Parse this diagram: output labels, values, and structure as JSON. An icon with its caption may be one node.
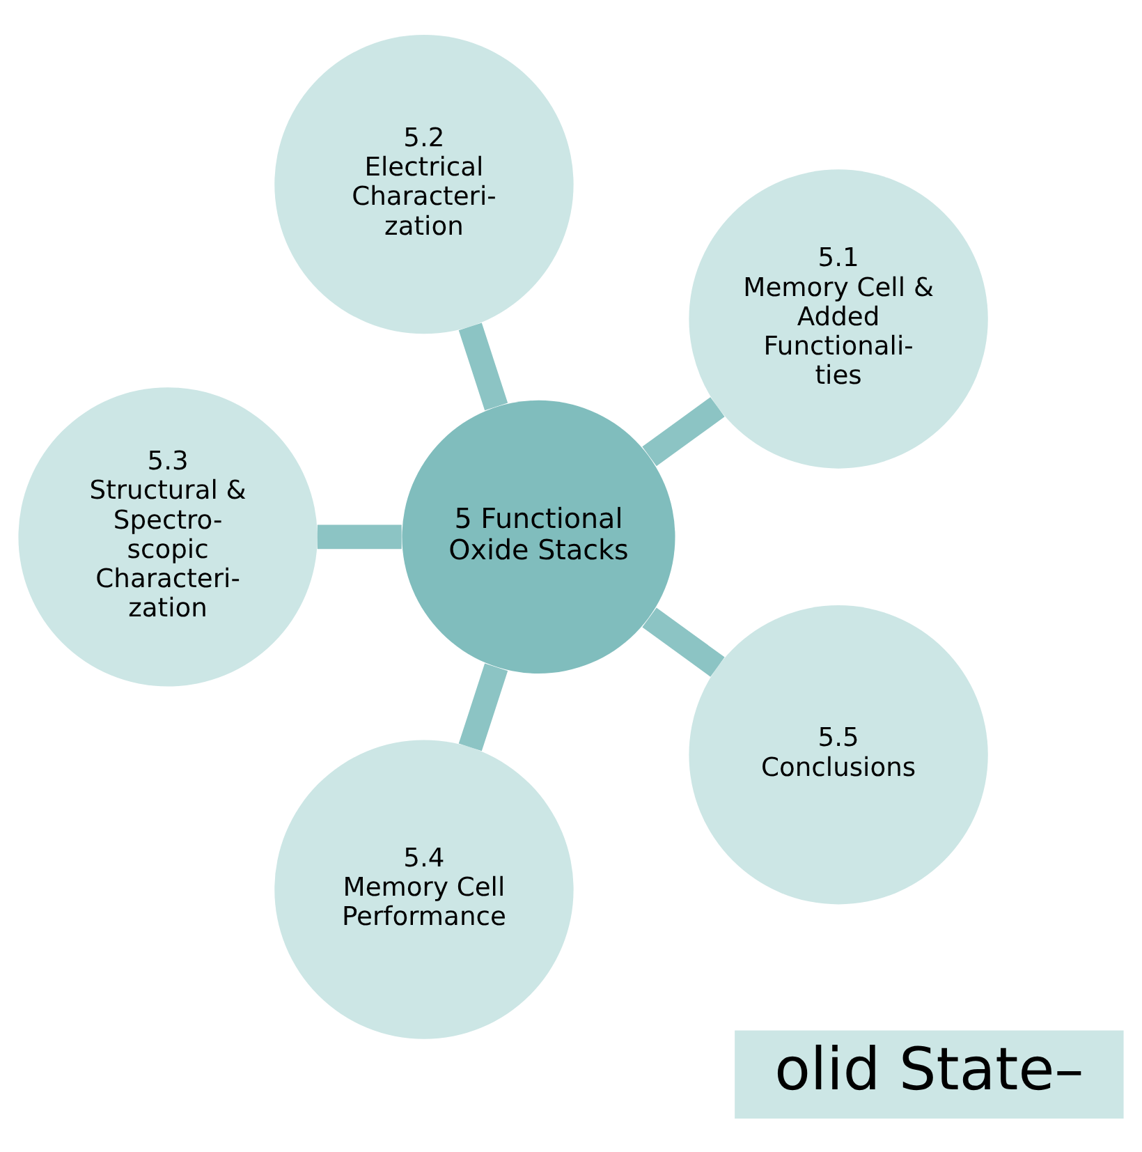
{
  "diagram": {
    "nodes": [
      {
        "text": [
          "5 Functional Oxide Stacks"
        ]
      },
      {
        "text": [
          "5.1",
          "Memory Cell & Added Functionali- ties"
        ]
      },
      {
        "text": [
          "5.2",
          "Electrical Characteri- zation"
        ]
      },
      {
        "text": [
          "5.3",
          "Structural & Spectro- scopic Characteri- zation"
        ]
      },
      {
        "text": [
          "5.4",
          "Memory Cell Performance"
        ]
      },
      {
        "text": [
          "5.5",
          "Conclusions"
        ]
      },
      {
        "text": [
          "olid State–"
        ]
      }
    ],
    "edges": [
      {
        "from": 0,
        "to": 1,
        "arrow": "none"
      },
      {
        "from": 0,
        "to": 2,
        "arrow": "none"
      },
      {
        "from": 0,
        "to": 3,
        "arrow": "none"
      },
      {
        "from": 0,
        "to": 4,
        "arrow": "none"
      },
      {
        "from": 0,
        "to": 5,
        "arrow": "none"
      }
    ]
  }
}
